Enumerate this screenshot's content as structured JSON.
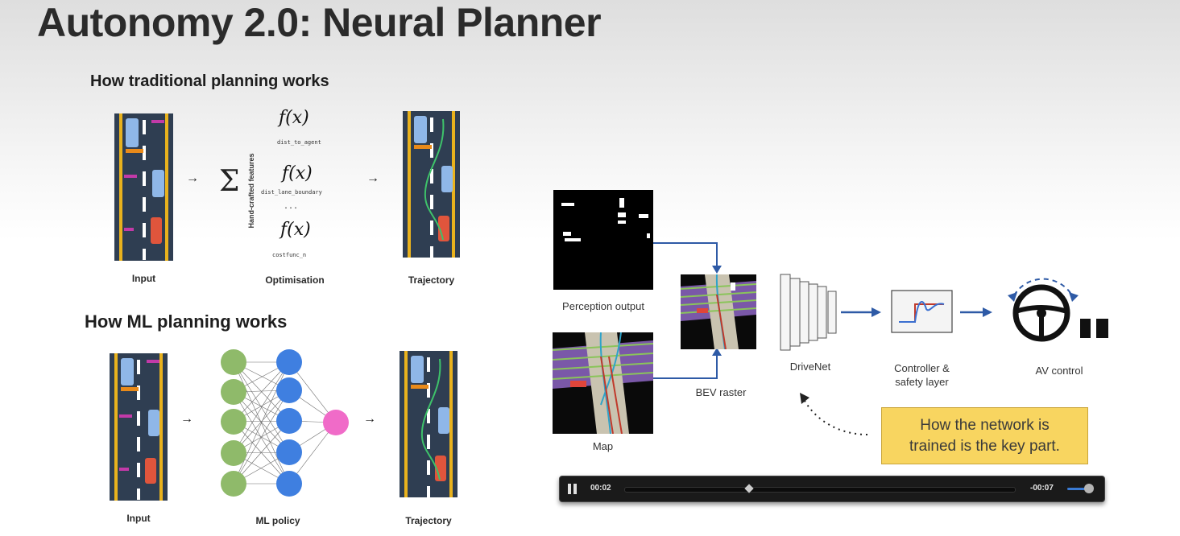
{
  "slide": {
    "title": "Autonomy 2.0: Neural Planner"
  },
  "traditional": {
    "heading": "How traditional planning works",
    "input_label": "Input",
    "optimisation_label": "Optimisation",
    "trajectory_label": "Trajectory",
    "features_label": "Hand-crafted features",
    "sum_symbol": "Σ",
    "fx_symbol": "f(x)",
    "feature_1": "dist_to_agent",
    "feature_2": "dist_lane_boundary",
    "ellipsis": "...",
    "feature_3": "costfunc_n"
  },
  "ml": {
    "heading": "How ML planning works",
    "input_label": "Input",
    "policy_label": "ML policy",
    "trajectory_label": "Trajectory"
  },
  "arrow_symbol": "→",
  "pipeline": {
    "perception_label": "Perception output",
    "map_label": "Map",
    "bev_label": "BEV raster",
    "drivenet_label": "DriveNet",
    "controller_label": "Controller &\nsafety layer",
    "av_label": "AV control"
  },
  "callout": {
    "text": "How the network is\ntrained is the key part."
  },
  "player": {
    "elapsed": "00:02",
    "remaining": "-00:07",
    "progress_fraction": 0.32,
    "volume_fraction": 0.9
  },
  "colors": {
    "road": "#2f3e52",
    "lane_yellow": "#e9b21d",
    "input_node": "#8fba6a",
    "hidden_node": "#3f7fe0",
    "output_node": "#f06bc8",
    "pipeline_arrow": "#2e5aa6",
    "callout_bg": "#f8d560"
  }
}
